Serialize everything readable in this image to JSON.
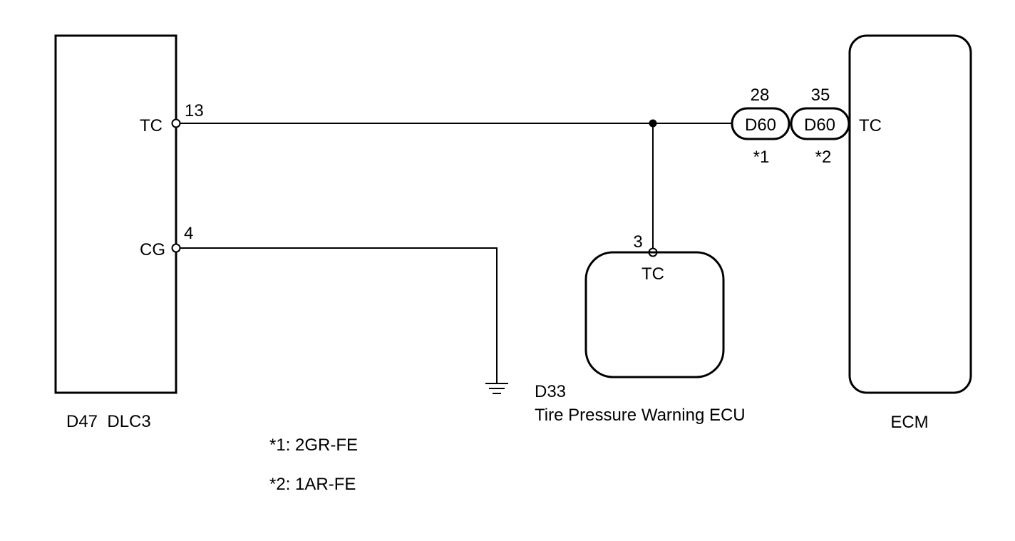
{
  "colors": {
    "line": "#000000",
    "background": "#ffffff"
  },
  "dlc3": {
    "name": "D47  DLC3",
    "pins": {
      "tc": {
        "label": "TC",
        "number": "13"
      },
      "cg": {
        "label": "CG",
        "number": "4"
      }
    }
  },
  "junction_connector": {
    "first": {
      "name": "D60",
      "pin": "28",
      "note_ref": "*1"
    },
    "second": {
      "name": "D60",
      "pin": "35",
      "note_ref": "*2"
    }
  },
  "tpw_ecu": {
    "code": "D33",
    "name": "Tire Pressure Warning ECU",
    "pin": {
      "label": "TC",
      "number": "3"
    }
  },
  "ecm": {
    "name": "ECM",
    "pin_label": "TC"
  },
  "ground": {
    "icon": "ground-icon"
  },
  "notes": [
    {
      "text": "*1: 2GR-FE"
    },
    {
      "text": "*2: 1AR-FE"
    }
  ]
}
